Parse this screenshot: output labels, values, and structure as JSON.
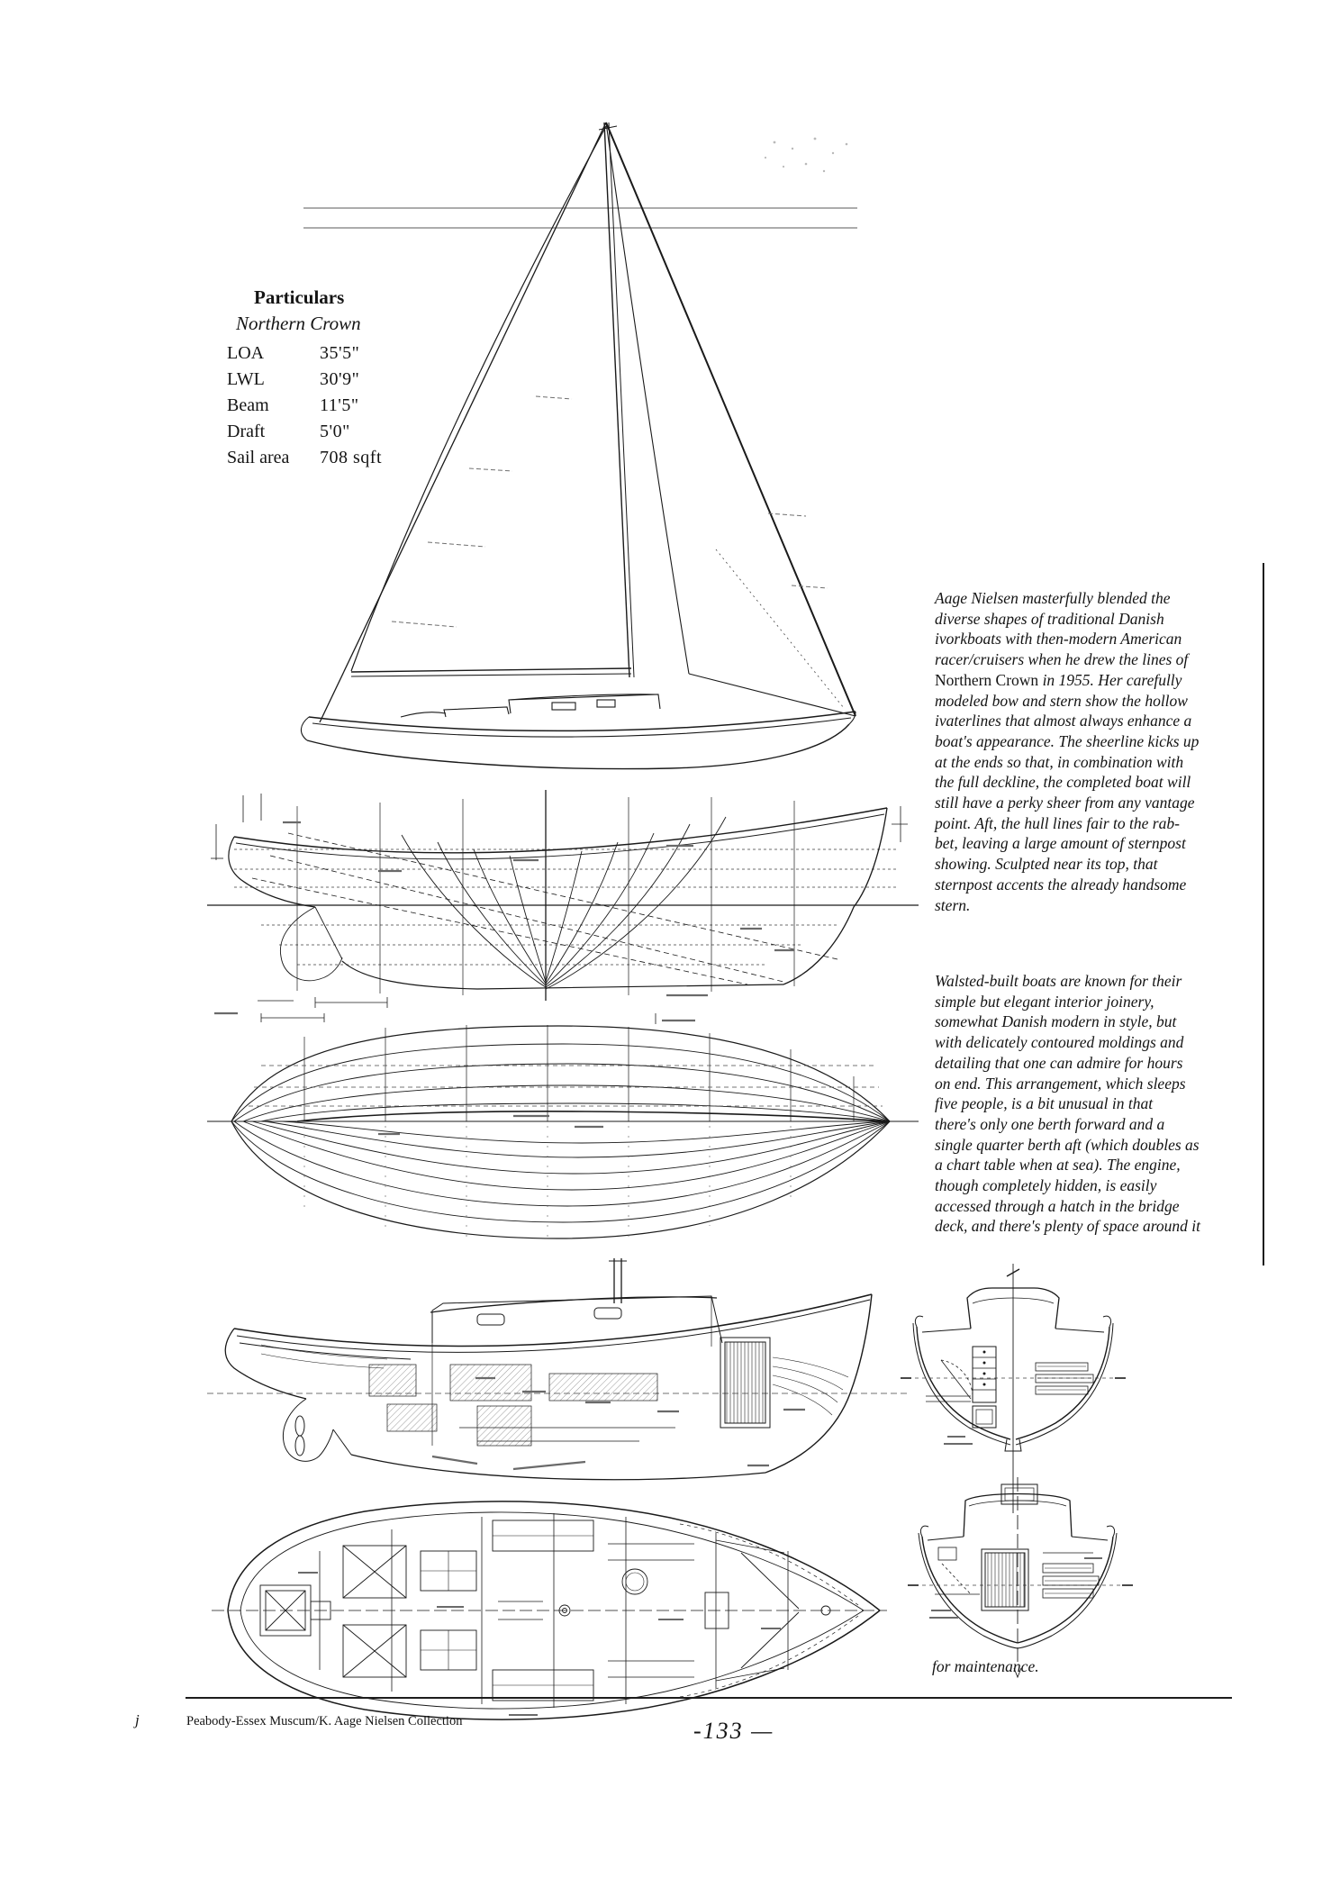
{
  "particulars": {
    "title": "Particulars",
    "boat_name": "Northern Crown",
    "rows": [
      {
        "label": "LOA",
        "value": "35'5\""
      },
      {
        "label": "LWL",
        "value": "30'9\""
      },
      {
        "label": "Beam",
        "value": "11'5\""
      },
      {
        "label": "Draft",
        "value": "5'0\""
      },
      {
        "label": "Sail area",
        "value": "708 sqft"
      }
    ]
  },
  "article": {
    "p1_lines_a": [
      "Aage Nielsen masterfully blended the",
      "diverse shapes of traditional Danish",
      "ivorkboats with then-modern American",
      "racer/cruisers when he drew the lines of"
    ],
    "p1_boat_name": "Northern Crown",
    "p1_line5_rest": " in 1955. Her carefully",
    "p1_lines_b": [
      "modeled bow and stern show the hollow",
      "ivaterlines that almost always enhance a",
      "boat's appearance. The sheerline kicks up",
      "at the ends so that, in combination with",
      "the full deckline, the completed boat will",
      "still have a perky sheer from any vantage",
      "point. Aft, the hull lines fair to the rab-",
      "bet, leaving a large amount of sternpost",
      "showing. Sculpted near its top, that",
      "sternpost accents the already handsome",
      "stern."
    ],
    "p2_lines": [
      "Walsted-built boats are known for their",
      "simple but elegant interior joinery,",
      "somewhat Danish modern in style, but",
      "with delicately contoured moldings and",
      "detailing that one can admire for hours",
      "on end. This arrangement, which sleeps",
      "five people, is a bit unusual in that",
      "there's only one berth forward and a",
      "single quarter berth aft (which doubles as",
      "a chart table when at sea). The engine,",
      "though completely hidden, is easily",
      "accessed through a hatch in the bridge",
      "deck, and there's plenty of space around it"
    ],
    "p2_continuation": "for maintenance."
  },
  "footer": {
    "margin_mark": "j",
    "credit": "Peabody-Essex Muscum/K. Aage Nielsen Collection",
    "page_number": "-133 —"
  }
}
